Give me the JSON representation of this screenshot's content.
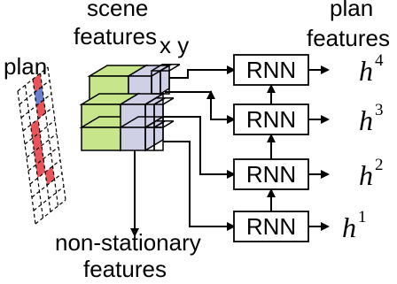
{
  "labels": {
    "scene_features": [
      "scene",
      "features"
    ],
    "xy": "x y",
    "plan": "plan",
    "plan_features": [
      "plan",
      "features"
    ],
    "non_stationary_features": [
      "non-stationary",
      "features"
    ]
  },
  "rnn_blocks": [
    {
      "label": "RNN",
      "output_symbol": "h",
      "output_index": "4"
    },
    {
      "label": "RNN",
      "output_symbol": "h",
      "output_index": "3"
    },
    {
      "label": "RNN",
      "output_symbol": "h",
      "output_index": "2"
    },
    {
      "label": "RNN",
      "output_symbol": "h",
      "output_index": "1"
    }
  ],
  "colors": {
    "plan_cell_highlight": "#e8545a",
    "plan_cell_marker": "#6a7fd0",
    "scene_cube_green": "#c7e68c",
    "scene_cube_lavender": "#cfcfe6",
    "line": "#000000"
  }
}
